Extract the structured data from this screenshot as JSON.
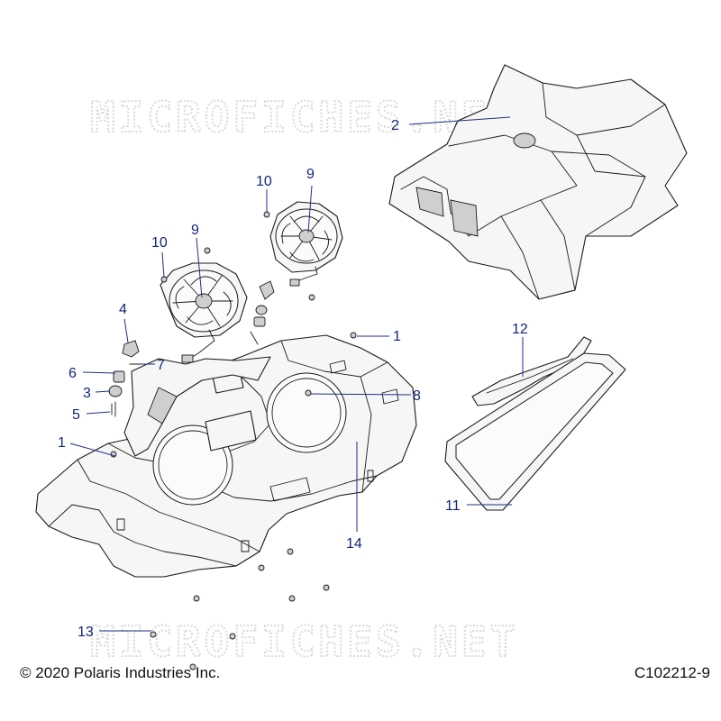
{
  "watermark": "MICROFICHES.NET",
  "footer": {
    "copyright": "© 2020 Polaris Industries Inc.",
    "figure_id": "C102212-9"
  },
  "callouts": [
    {
      "id": "c1a",
      "label": "1"
    },
    {
      "id": "c1b",
      "label": "1"
    },
    {
      "id": "c2",
      "label": "2"
    },
    {
      "id": "c3",
      "label": "3"
    },
    {
      "id": "c4",
      "label": "4"
    },
    {
      "id": "c5",
      "label": "5"
    },
    {
      "id": "c6",
      "label": "6"
    },
    {
      "id": "c7",
      "label": "7"
    },
    {
      "id": "c8",
      "label": "8"
    },
    {
      "id": "c9a",
      "label": "9"
    },
    {
      "id": "c9b",
      "label": "9"
    },
    {
      "id": "c10a",
      "label": "10"
    },
    {
      "id": "c10b",
      "label": "10"
    },
    {
      "id": "c11",
      "label": "11"
    },
    {
      "id": "c12",
      "label": "12"
    },
    {
      "id": "c13",
      "label": "13"
    },
    {
      "id": "c14",
      "label": "14"
    }
  ]
}
